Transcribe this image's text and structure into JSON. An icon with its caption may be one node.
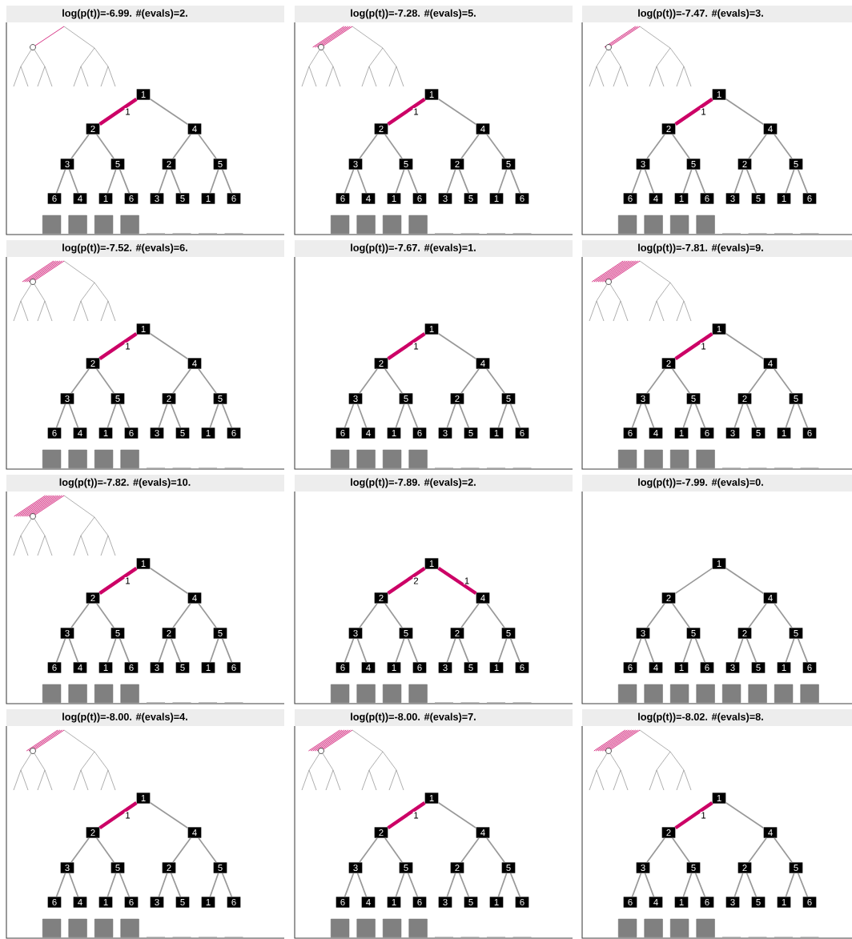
{
  "diagram": {
    "nodes": [
      {
        "text": [
          "log(p(t))=-6.99. #(evals)=2."
        ]
      },
      {
        "text": [
          "1"
        ],
        "in": 0
      },
      {
        "text": [
          "2"
        ],
        "in": 0
      },
      {
        "text": [
          "4"
        ],
        "in": 0
      },
      {
        "text": [
          "3"
        ],
        "in": 0
      },
      {
        "text": [
          "5"
        ],
        "in": 0
      },
      {
        "text": [
          "2"
        ],
        "in": 0
      },
      {
        "text": [
          "5"
        ],
        "in": 0
      },
      {
        "text": [
          "6"
        ],
        "in": 0
      },
      {
        "text": [
          "4"
        ],
        "in": 0
      },
      {
        "text": [
          "1"
        ],
        "in": 0
      },
      {
        "text": [
          "6"
        ],
        "in": 0
      },
      {
        "text": [
          "3"
        ],
        "in": 0
      },
      {
        "text": [
          "5"
        ],
        "in": 0
      },
      {
        "text": [
          "1"
        ],
        "in": 0
      },
      {
        "text": [
          "6"
        ],
        "in": 0
      },
      {
        "text": [],
        "shape": "box",
        "in": 0
      },
      {
        "text": [],
        "shape": "box",
        "in": 0
      },
      {
        "text": [],
        "shape": "box",
        "in": 0
      },
      {
        "text": [],
        "shape": "box",
        "in": 0
      },
      {
        "text": [
          "log(p(t))=-7.28. #(evals)=5."
        ]
      },
      {
        "text": [
          "1"
        ],
        "in": 20
      },
      {
        "text": [
          "2"
        ],
        "in": 20
      },
      {
        "text": [
          "4"
        ],
        "in": 20
      },
      {
        "text": [
          "3"
        ],
        "in": 20
      },
      {
        "text": [
          "5"
        ],
        "in": 20
      },
      {
        "text": [
          "2"
        ],
        "in": 20
      },
      {
        "text": [
          "5"
        ],
        "in": 20
      },
      {
        "text": [
          "6"
        ],
        "in": 20
      },
      {
        "text": [
          "4"
        ],
        "in": 20
      },
      {
        "text": [
          "1"
        ],
        "in": 20
      },
      {
        "text": [
          "6"
        ],
        "in": 20
      },
      {
        "text": [
          "3"
        ],
        "in": 20
      },
      {
        "text": [
          "5"
        ],
        "in": 20
      },
      {
        "text": [
          "1"
        ],
        "in": 20
      },
      {
        "text": [
          "6"
        ],
        "in": 20
      },
      {
        "text": [],
        "shape": "box",
        "in": 20
      },
      {
        "text": [],
        "shape": "box",
        "in": 20
      },
      {
        "text": [],
        "shape": "box",
        "in": 20
      },
      {
        "text": [],
        "shape": "box",
        "in": 20
      },
      {
        "text": [
          "log(p(t))=-7.47. #(evals)=3."
        ]
      },
      {
        "text": [
          "1"
        ],
        "in": 40
      },
      {
        "text": [
          "2"
        ],
        "in": 40
      },
      {
        "text": [
          "4"
        ],
        "in": 40
      },
      {
        "text": [
          "3"
        ],
        "in": 40
      },
      {
        "text": [
          "5"
        ],
        "in": 40
      },
      {
        "text": [
          "2"
        ],
        "in": 40
      },
      {
        "text": [
          "5"
        ],
        "in": 40
      },
      {
        "text": [
          "6"
        ],
        "in": 40
      },
      {
        "text": [
          "4"
        ],
        "in": 40
      },
      {
        "text": [
          "1"
        ],
        "in": 40
      },
      {
        "text": [
          "6"
        ],
        "in": 40
      },
      {
        "text": [
          "3"
        ],
        "in": 40
      },
      {
        "text": [
          "5"
        ],
        "in": 40
      },
      {
        "text": [
          "1"
        ],
        "in": 40
      },
      {
        "text": [
          "6"
        ],
        "in": 40
      },
      {
        "text": [],
        "shape": "box",
        "in": 40
      },
      {
        "text": [],
        "shape": "box",
        "in": 40
      },
      {
        "text": [],
        "shape": "box",
        "in": 40
      },
      {
        "text": [],
        "shape": "box",
        "in": 40
      },
      {
        "text": [
          "log(p(t))=-7.52. #(evals)=6."
        ]
      },
      {
        "text": [
          "1"
        ],
        "in": 60
      },
      {
        "text": [
          "2"
        ],
        "in": 60
      },
      {
        "text": [
          "4"
        ],
        "in": 60
      },
      {
        "text": [
          "3"
        ],
        "in": 60
      },
      {
        "text": [
          "5"
        ],
        "in": 60
      },
      {
        "text": [
          "2"
        ],
        "in": 60
      },
      {
        "text": [
          "5"
        ],
        "in": 60
      },
      {
        "text": [
          "6"
        ],
        "in": 60
      },
      {
        "text": [
          "4"
        ],
        "in": 60
      },
      {
        "text": [
          "1"
        ],
        "in": 60
      },
      {
        "text": [
          "6"
        ],
        "in": 60
      },
      {
        "text": [
          "3"
        ],
        "in": 60
      },
      {
        "text": [
          "5"
        ],
        "in": 60
      },
      {
        "text": [
          "1"
        ],
        "in": 60
      },
      {
        "text": [
          "6"
        ],
        "in": 60
      },
      {
        "text": [],
        "shape": "box",
        "in": 60
      },
      {
        "text": [],
        "shape": "box",
        "in": 60
      },
      {
        "text": [],
        "shape": "box",
        "in": 60
      },
      {
        "text": [],
        "shape": "box",
        "in": 60
      },
      {
        "text": [
          "log(p(t))=-7.67. #(evals)=1."
        ]
      },
      {
        "text": [
          "1"
        ],
        "in": 80
      },
      {
        "text": [
          "2"
        ],
        "in": 80
      },
      {
        "text": [
          "4"
        ],
        "in": 80
      },
      {
        "text": [
          "3"
        ],
        "in": 80
      },
      {
        "text": [
          "5"
        ],
        "in": 80
      },
      {
        "text": [
          "2"
        ],
        "in": 80
      },
      {
        "text": [
          "5"
        ],
        "in": 80
      },
      {
        "text": [
          "6"
        ],
        "in": 80
      },
      {
        "text": [
          "4"
        ],
        "in": 80
      },
      {
        "text": [
          "1"
        ],
        "in": 80
      },
      {
        "text": [
          "6"
        ],
        "in": 80
      },
      {
        "text": [
          "3"
        ],
        "in": 80
      },
      {
        "text": [
          "5"
        ],
        "in": 80
      },
      {
        "text": [
          "1"
        ],
        "in": 80
      },
      {
        "text": [
          "6"
        ],
        "in": 80
      },
      {
        "text": [],
        "shape": "box",
        "in": 80
      },
      {
        "text": [],
        "shape": "box",
        "in": 80
      },
      {
        "text": [],
        "shape": "box",
        "in": 80
      },
      {
        "text": [],
        "shape": "box",
        "in": 80
      },
      {
        "text": [
          "log(p(t))=-7.81. #(evals)=9."
        ]
      },
      {
        "text": [
          "1"
        ],
        "in": 100
      },
      {
        "text": [
          "2"
        ],
        "in": 100
      },
      {
        "text": [
          "4"
        ],
        "in": 100
      },
      {
        "text": [
          "3"
        ],
        "in": 100
      },
      {
        "text": [
          "5"
        ],
        "in": 100
      },
      {
        "text": [
          "2"
        ],
        "in": 100
      },
      {
        "text": [
          "5"
        ],
        "in": 100
      },
      {
        "text": [
          "6"
        ],
        "in": 100
      },
      {
        "text": [
          "4"
        ],
        "in": 100
      },
      {
        "text": [
          "1"
        ],
        "in": 100
      },
      {
        "text": [
          "6"
        ],
        "in": 100
      },
      {
        "text": [
          "3"
        ],
        "in": 100
      },
      {
        "text": [
          "5"
        ],
        "in": 100
      },
      {
        "text": [
          "1"
        ],
        "in": 100
      },
      {
        "text": [
          "6"
        ],
        "in": 100
      },
      {
        "text": [],
        "shape": "box",
        "in": 100
      },
      {
        "text": [],
        "shape": "box",
        "in": 100
      },
      {
        "text": [],
        "shape": "box",
        "in": 100
      },
      {
        "text": [],
        "shape": "box",
        "in": 100
      },
      {
        "text": [
          "log(p(t))=-7.82. #(evals)=10."
        ]
      },
      {
        "text": [
          "1"
        ],
        "in": 120
      },
      {
        "text": [
          "2"
        ],
        "in": 120
      },
      {
        "text": [
          "4"
        ],
        "in": 120
      },
      {
        "text": [
          "3"
        ],
        "in": 120
      },
      {
        "text": [
          "5"
        ],
        "in": 120
      },
      {
        "text": [
          "2"
        ],
        "in": 120
      },
      {
        "text": [
          "5"
        ],
        "in": 120
      },
      {
        "text": [
          "6"
        ],
        "in": 120
      },
      {
        "text": [
          "4"
        ],
        "in": 120
      },
      {
        "text": [
          "1"
        ],
        "in": 120
      },
      {
        "text": [
          "6"
        ],
        "in": 120
      },
      {
        "text": [
          "3"
        ],
        "in": 120
      },
      {
        "text": [
          "5"
        ],
        "in": 120
      },
      {
        "text": [
          "1"
        ],
        "in": 120
      },
      {
        "text": [
          "6"
        ],
        "in": 120
      },
      {
        "text": [],
        "shape": "box",
        "in": 120
      },
      {
        "text": [],
        "shape": "box",
        "in": 120
      },
      {
        "text": [],
        "shape": "box",
        "in": 120
      },
      {
        "text": [],
        "shape": "box",
        "in": 120
      },
      {
        "text": [
          "log(p(t))=-7.89. #(evals)=2."
        ]
      },
      {
        "text": [
          "1"
        ],
        "in": 140
      },
      {
        "text": [
          "2"
        ],
        "in": 140
      },
      {
        "text": [
          "4"
        ],
        "in": 140
      },
      {
        "text": [
          "3"
        ],
        "in": 140
      },
      {
        "text": [
          "5"
        ],
        "in": 140
      },
      {
        "text": [
          "2"
        ],
        "in": 140
      },
      {
        "text": [
          "5"
        ],
        "in": 140
      },
      {
        "text": [
          "6"
        ],
        "in": 140
      },
      {
        "text": [
          "4"
        ],
        "in": 140
      },
      {
        "text": [
          "1"
        ],
        "in": 140
      },
      {
        "text": [
          "6"
        ],
        "in": 140
      },
      {
        "text": [
          "3"
        ],
        "in": 140
      },
      {
        "text": [
          "5"
        ],
        "in": 140
      },
      {
        "text": [
          "1"
        ],
        "in": 140
      },
      {
        "text": [
          "6"
        ],
        "in": 140
      },
      {
        "text": [],
        "shape": "box",
        "in": 140
      },
      {
        "text": [],
        "shape": "box",
        "in": 140
      },
      {
        "text": [],
        "shape": "box",
        "in": 140
      },
      {
        "text": [],
        "shape": "box",
        "in": 140
      },
      {
        "text": [
          "log(p(t))=-7.99. #(evals)=0."
        ]
      },
      {
        "text": [
          "1"
        ],
        "in": 160
      },
      {
        "text": [
          "2"
        ],
        "in": 160
      },
      {
        "text": [
          "4"
        ],
        "in": 160
      },
      {
        "text": [
          "3"
        ],
        "in": 160
      },
      {
        "text": [
          "5"
        ],
        "in": 160
      },
      {
        "text": [
          "2"
        ],
        "in": 160
      },
      {
        "text": [
          "5"
        ],
        "in": 160
      },
      {
        "text": [
          "6"
        ],
        "in": 160
      },
      {
        "text": [
          "4"
        ],
        "in": 160
      },
      {
        "text": [
          "1"
        ],
        "in": 160
      },
      {
        "text": [
          "6"
        ],
        "in": 160
      },
      {
        "text": [
          "3"
        ],
        "in": 160
      },
      {
        "text": [
          "5"
        ],
        "in": 160
      },
      {
        "text": [
          "1"
        ],
        "in": 160
      },
      {
        "text": [
          "6"
        ],
        "in": 160
      },
      {
        "text": [],
        "shape": "box",
        "in": 160
      },
      {
        "text": [],
        "shape": "box",
        "in": 160
      },
      {
        "text": [],
        "shape": "box",
        "in": 160
      },
      {
        "text": [],
        "shape": "box",
        "in": 160
      },
      {
        "text": [],
        "shape": "box",
        "in": 160
      },
      {
        "text": [],
        "shape": "box",
        "in": 160
      },
      {
        "text": [],
        "shape": "box",
        "in": 160
      },
      {
        "text": [],
        "shape": "box",
        "in": 160
      },
      {
        "text": [
          "log(p(t))=-8.00. #(evals)=4."
        ]
      },
      {
        "text": [
          "1"
        ],
        "in": 184
      },
      {
        "text": [
          "2"
        ],
        "in": 184
      },
      {
        "text": [
          "4"
        ],
        "in": 184
      },
      {
        "text": [
          "3"
        ],
        "in": 184
      },
      {
        "text": [
          "5"
        ],
        "in": 184
      },
      {
        "text": [
          "2"
        ],
        "in": 184
      },
      {
        "text": [
          "5"
        ],
        "in": 184
      },
      {
        "text": [
          "6"
        ],
        "in": 184
      },
      {
        "text": [
          "4"
        ],
        "in": 184
      },
      {
        "text": [
          "1"
        ],
        "in": 184
      },
      {
        "text": [
          "6"
        ],
        "in": 184
      },
      {
        "text": [
          "3"
        ],
        "in": 184
      },
      {
        "text": [
          "5"
        ],
        "in": 184
      },
      {
        "text": [
          "1"
        ],
        "in": 184
      },
      {
        "text": [
          "6"
        ],
        "in": 184
      },
      {
        "text": [],
        "shape": "box",
        "in": 184
      },
      {
        "text": [],
        "shape": "box",
        "in": 184
      },
      {
        "text": [],
        "shape": "box",
        "in": 184
      },
      {
        "text": [],
        "shape": "box",
        "in": 184
      },
      {
        "text": [
          "log(p(t))=-8.00. #(evals)=7."
        ]
      },
      {
        "text": [
          "1"
        ],
        "in": 204
      },
      {
        "text": [
          "2"
        ],
        "in": 204
      },
      {
        "text": [
          "4"
        ],
        "in": 204
      },
      {
        "text": [
          "3"
        ],
        "in": 204
      },
      {
        "text": [
          "5"
        ],
        "in": 204
      },
      {
        "text": [
          "2"
        ],
        "in": 204
      },
      {
        "text": [
          "5"
        ],
        "in": 204
      },
      {
        "text": [
          "6"
        ],
        "in": 204
      },
      {
        "text": [
          "4"
        ],
        "in": 204
      },
      {
        "text": [
          "1"
        ],
        "in": 204
      },
      {
        "text": [
          "6"
        ],
        "in": 204
      },
      {
        "text": [
          "3"
        ],
        "in": 204
      },
      {
        "text": [
          "5"
        ],
        "in": 204
      },
      {
        "text": [
          "1"
        ],
        "in": 204
      },
      {
        "text": [
          "6"
        ],
        "in": 204
      },
      {
        "text": [],
        "shape": "box",
        "in": 204
      },
      {
        "text": [],
        "shape": "box",
        "in": 204
      },
      {
        "text": [],
        "shape": "box",
        "in": 204
      },
      {
        "text": [],
        "shape": "box",
        "in": 204
      },
      {
        "text": [
          "log(p(t))=-8.02. #(evals)=8."
        ]
      },
      {
        "text": [
          "1"
        ],
        "in": 224
      },
      {
        "text": [
          "2"
        ],
        "in": 224
      },
      {
        "text": [
          "4"
        ],
        "in": 224
      },
      {
        "text": [
          "3"
        ],
        "in": 224
      },
      {
        "text": [
          "5"
        ],
        "in": 224
      },
      {
        "text": [
          "2"
        ],
        "in": 224
      },
      {
        "text": [
          "5"
        ],
        "in": 224
      },
      {
        "text": [
          "6"
        ],
        "in": 224
      },
      {
        "text": [
          "4"
        ],
        "in": 224
      },
      {
        "text": [
          "1"
        ],
        "in": 224
      },
      {
        "text": [
          "6"
        ],
        "in": 224
      },
      {
        "text": [
          "3"
        ],
        "in": 224
      },
      {
        "text": [
          "5"
        ],
        "in": 224
      },
      {
        "text": [
          "1"
        ],
        "in": 224
      },
      {
        "text": [
          "6"
        ],
        "in": 224
      },
      {
        "text": [],
        "shape": "box",
        "in": 224
      },
      {
        "text": [],
        "shape": "box",
        "in": 224
      },
      {
        "text": [],
        "shape": "box",
        "in": 224
      },
      {
        "text": [],
        "shape": "box",
        "in": 224
      }
    ],
    "edges": [
      {
        "from": 1,
        "to": 2,
        "arrow": "none",
        "label": "1",
        "style": "thick",
        "color": "#cc0066"
      },
      {
        "from": 1,
        "to": 3,
        "arrow": "none"
      },
      {
        "from": 2,
        "to": 4,
        "arrow": "none"
      },
      {
        "from": 2,
        "to": 5,
        "arrow": "none"
      },
      {
        "from": 3,
        "to": 6,
        "arrow": "none"
      },
      {
        "from": 3,
        "to": 7,
        "arrow": "none"
      },
      {
        "from": 4,
        "to": 8,
        "arrow": "none"
      },
      {
        "from": 4,
        "to": 9,
        "arrow": "none"
      },
      {
        "from": 5,
        "to": 10,
        "arrow": "none"
      },
      {
        "from": 5,
        "to": 11,
        "arrow": "none"
      },
      {
        "from": 6,
        "to": 12,
        "arrow": "none"
      },
      {
        "from": 6,
        "to": 13,
        "arrow": "none"
      },
      {
        "from": 7,
        "to": 14,
        "arrow": "none"
      },
      {
        "from": 7,
        "to": 15,
        "arrow": "none"
      },
      {
        "from": 21,
        "to": 22,
        "arrow": "none",
        "label": "1",
        "style": "thick",
        "color": "#cc0066"
      },
      {
        "from": 21,
        "to": 23,
        "arrow": "none"
      },
      {
        "from": 22,
        "to": 24,
        "arrow": "none"
      },
      {
        "from": 22,
        "to": 25,
        "arrow": "none"
      },
      {
        "from": 23,
        "to": 26,
        "arrow": "none"
      },
      {
        "from": 23,
        "to": 27,
        "arrow": "none"
      },
      {
        "from": 24,
        "to": 28,
        "arrow": "none"
      },
      {
        "from": 24,
        "to": 29,
        "arrow": "none"
      },
      {
        "from": 25,
        "to": 30,
        "arrow": "none"
      },
      {
        "from": 25,
        "to": 31,
        "arrow": "none"
      },
      {
        "from": 26,
        "to": 32,
        "arrow": "none"
      },
      {
        "from": 26,
        "to": 33,
        "arrow": "none"
      },
      {
        "from": 27,
        "to": 34,
        "arrow": "none"
      },
      {
        "from": 27,
        "to": 35,
        "arrow": "none"
      },
      {
        "from": 41,
        "to": 42,
        "arrow": "none",
        "label": "1",
        "style": "thick",
        "color": "#cc0066"
      },
      {
        "from": 41,
        "to": 43,
        "arrow": "none"
      },
      {
        "from": 42,
        "to": 44,
        "arrow": "none"
      },
      {
        "from": 42,
        "to": 45,
        "arrow": "none"
      },
      {
        "from": 43,
        "to": 46,
        "arrow": "none"
      },
      {
        "from": 43,
        "to": 47,
        "arrow": "none"
      },
      {
        "from": 44,
        "to": 48,
        "arrow": "none"
      },
      {
        "from": 44,
        "to": 49,
        "arrow": "none"
      },
      {
        "from": 45,
        "to": 50,
        "arrow": "none"
      },
      {
        "from": 45,
        "to": 51,
        "arrow": "none"
      },
      {
        "from": 46,
        "to": 52,
        "arrow": "none"
      },
      {
        "from": 46,
        "to": 53,
        "arrow": "none"
      },
      {
        "from": 47,
        "to": 54,
        "arrow": "none"
      },
      {
        "from": 47,
        "to": 55,
        "arrow": "none"
      },
      {
        "from": 61,
        "to": 62,
        "arrow": "none",
        "label": "1",
        "style": "thick",
        "color": "#cc0066"
      },
      {
        "from": 61,
        "to": 63,
        "arrow": "none"
      },
      {
        "from": 62,
        "to": 64,
        "arrow": "none"
      },
      {
        "from": 62,
        "to": 65,
        "arrow": "none"
      },
      {
        "from": 63,
        "to": 66,
        "arrow": "none"
      },
      {
        "from": 63,
        "to": 67,
        "arrow": "none"
      },
      {
        "from": 64,
        "to": 68,
        "arrow": "none"
      },
      {
        "from": 64,
        "to": 69,
        "arrow": "none"
      },
      {
        "from": 65,
        "to": 70,
        "arrow": "none"
      },
      {
        "from": 65,
        "to": 71,
        "arrow": "none"
      },
      {
        "from": 66,
        "to": 72,
        "arrow": "none"
      },
      {
        "from": 66,
        "to": 73,
        "arrow": "none"
      },
      {
        "from": 67,
        "to": 74,
        "arrow": "none"
      },
      {
        "from": 67,
        "to": 75,
        "arrow": "none"
      },
      {
        "from": 81,
        "to": 82,
        "arrow": "none",
        "label": "1",
        "style": "thick",
        "color": "#cc0066"
      },
      {
        "from": 81,
        "to": 83,
        "arrow": "none"
      },
      {
        "from": 82,
        "to": 84,
        "arrow": "none"
      },
      {
        "from": 82,
        "to": 85,
        "arrow": "none"
      },
      {
        "from": 83,
        "to": 86,
        "arrow": "none"
      },
      {
        "from": 83,
        "to": 87,
        "arrow": "none"
      },
      {
        "from": 84,
        "to": 88,
        "arrow": "none"
      },
      {
        "from": 84,
        "to": 89,
        "arrow": "none"
      },
      {
        "from": 85,
        "to": 90,
        "arrow": "none"
      },
      {
        "from": 85,
        "to": 91,
        "arrow": "none"
      },
      {
        "from": 86,
        "to": 92,
        "arrow": "none"
      },
      {
        "from": 86,
        "to": 93,
        "arrow": "none"
      },
      {
        "from": 87,
        "to": 94,
        "arrow": "none"
      },
      {
        "from": 87,
        "to": 95,
        "arrow": "none"
      },
      {
        "from": 101,
        "to": 102,
        "arrow": "none",
        "label": "1",
        "style": "thick",
        "color": "#cc0066"
      },
      {
        "from": 101,
        "to": 103,
        "arrow": "none"
      },
      {
        "from": 102,
        "to": 104,
        "arrow": "none"
      },
      {
        "from": 102,
        "to": 105,
        "arrow": "none"
      },
      {
        "from": 103,
        "to": 106,
        "arrow": "none"
      },
      {
        "from": 103,
        "to": 107,
        "arrow": "none"
      },
      {
        "from": 104,
        "to": 108,
        "arrow": "none"
      },
      {
        "from": 104,
        "to": 109,
        "arrow": "none"
      },
      {
        "from": 105,
        "to": 110,
        "arrow": "none"
      },
      {
        "from": 105,
        "to": 111,
        "arrow": "none"
      },
      {
        "from": 106,
        "to": 112,
        "arrow": "none"
      },
      {
        "from": 106,
        "to": 113,
        "arrow": "none"
      },
      {
        "from": 107,
        "to": 114,
        "arrow": "none"
      },
      {
        "from": 107,
        "to": 115,
        "arrow": "none"
      },
      {
        "from": 121,
        "to": 122,
        "arrow": "none",
        "label": "1",
        "style": "thick",
        "color": "#cc0066"
      },
      {
        "from": 121,
        "to": 123,
        "arrow": "none"
      },
      {
        "from": 122,
        "to": 124,
        "arrow": "none"
      },
      {
        "from": 122,
        "to": 125,
        "arrow": "none"
      },
      {
        "from": 123,
        "to": 126,
        "arrow": "none"
      },
      {
        "from": 123,
        "to": 127,
        "arrow": "none"
      },
      {
        "from": 124,
        "to": 128,
        "arrow": "none"
      },
      {
        "from": 124,
        "to": 129,
        "arrow": "none"
      },
      {
        "from": 125,
        "to": 130,
        "arrow": "none"
      },
      {
        "from": 125,
        "to": 131,
        "arrow": "none"
      },
      {
        "from": 126,
        "to": 132,
        "arrow": "none"
      },
      {
        "from": 126,
        "to": 133,
        "arrow": "none"
      },
      {
        "from": 127,
        "to": 134,
        "arrow": "none"
      },
      {
        "from": 127,
        "to": 135,
        "arrow": "none"
      },
      {
        "from": 141,
        "to": 142,
        "arrow": "none",
        "label": "2",
        "style": "thick",
        "color": "#cc0066"
      },
      {
        "from": 141,
        "to": 143,
        "arrow": "none",
        "label": "1",
        "style": "thick",
        "color": "#cc0066"
      },
      {
        "from": 142,
        "to": 144,
        "arrow": "none"
      },
      {
        "from": 142,
        "to": 145,
        "arrow": "none"
      },
      {
        "from": 143,
        "to": 146,
        "arrow": "none"
      },
      {
        "from": 143,
        "to": 147,
        "arrow": "none"
      },
      {
        "from": 144,
        "to": 148,
        "arrow": "none"
      },
      {
        "from": 144,
        "to": 149,
        "arrow": "none"
      },
      {
        "from": 145,
        "to": 150,
        "arrow": "none"
      },
      {
        "from": 145,
        "to": 151,
        "arrow": "none"
      },
      {
        "from": 146,
        "to": 152,
        "arrow": "none"
      },
      {
        "from": 146,
        "to": 153,
        "arrow": "none"
      },
      {
        "from": 147,
        "to": 154,
        "arrow": "none"
      },
      {
        "from": 147,
        "to": 155,
        "arrow": "none"
      },
      {
        "from": 161,
        "to": 162,
        "arrow": "none"
      },
      {
        "from": 161,
        "to": 163,
        "arrow": "none"
      },
      {
        "from": 162,
        "to": 164,
        "arrow": "none"
      },
      {
        "from": 162,
        "to": 165,
        "arrow": "none"
      },
      {
        "from": 163,
        "to": 166,
        "arrow": "none"
      },
      {
        "from": 163,
        "to": 167,
        "arrow": "none"
      },
      {
        "from": 164,
        "to": 168,
        "arrow": "none"
      },
      {
        "from": 164,
        "to": 169,
        "arrow": "none"
      },
      {
        "from": 165,
        "to": 170,
        "arrow": "none"
      },
      {
        "from": 165,
        "to": 171,
        "arrow": "none"
      },
      {
        "from": 166,
        "to": 172,
        "arrow": "none"
      },
      {
        "from": 166,
        "to": 173,
        "arrow": "none"
      },
      {
        "from": 167,
        "to": 174,
        "arrow": "none"
      },
      {
        "from": 167,
        "to": 175,
        "arrow": "none"
      },
      {
        "from": 185,
        "to": 186,
        "arrow": "none",
        "label": "1",
        "style": "thick",
        "color": "#cc0066"
      },
      {
        "from": 185,
        "to": 187,
        "arrow": "none"
      },
      {
        "from": 186,
        "to": 188,
        "arrow": "none"
      },
      {
        "from": 186,
        "to": 189,
        "arrow": "none"
      },
      {
        "from": 187,
        "to": 190,
        "arrow": "none"
      },
      {
        "from": 187,
        "to": 191,
        "arrow": "none"
      },
      {
        "from": 188,
        "to": 192,
        "arrow": "none"
      },
      {
        "from": 188,
        "to": 193,
        "arrow": "none"
      },
      {
        "from": 189,
        "to": 194,
        "arrow": "none"
      },
      {
        "from": 189,
        "to": 195,
        "arrow": "none"
      },
      {
        "from": 190,
        "to": 196,
        "arrow": "none"
      },
      {
        "from": 190,
        "to": 197,
        "arrow": "none"
      },
      {
        "from": 191,
        "to": 198,
        "arrow": "none"
      },
      {
        "from": 191,
        "to": 199,
        "arrow": "none"
      },
      {
        "from": 205,
        "to": 206,
        "arrow": "none",
        "label": "1",
        "style": "thick",
        "color": "#cc0066"
      },
      {
        "from": 205,
        "to": 207,
        "arrow": "none"
      },
      {
        "from": 206,
        "to": 208,
        "arrow": "none"
      },
      {
        "from": 206,
        "to": 209,
        "arrow": "none"
      },
      {
        "from": 207,
        "to": 210,
        "arrow": "none"
      },
      {
        "from": 207,
        "to": 211,
        "arrow": "none"
      },
      {
        "from": 208,
        "to": 212,
        "arrow": "none"
      },
      {
        "from": 208,
        "to": 213,
        "arrow": "none"
      },
      {
        "from": 209,
        "to": 214,
        "arrow": "none"
      },
      {
        "from": 209,
        "to": 215,
        "arrow": "none"
      },
      {
        "from": 210,
        "to": 216,
        "arrow": "none"
      },
      {
        "from": 210,
        "to": 217,
        "arrow": "none"
      },
      {
        "from": 211,
        "to": 218,
        "arrow": "none"
      },
      {
        "from": 211,
        "to": 219,
        "arrow": "none"
      },
      {
        "from": 225,
        "to": 226,
        "arrow": "none",
        "label": "1",
        "style": "thick",
        "color": "#cc0066"
      },
      {
        "from": 225,
        "to": 227,
        "arrow": "none"
      },
      {
        "from": 226,
        "to": 228,
        "arrow": "none"
      },
      {
        "from": 226,
        "to": 229,
        "arrow": "none"
      },
      {
        "from": 227,
        "to": 230,
        "arrow": "none"
      },
      {
        "from": 227,
        "to": 231,
        "arrow": "none"
      },
      {
        "from": 228,
        "to": 232,
        "arrow": "none"
      },
      {
        "from": 228,
        "to": 233,
        "arrow": "none"
      },
      {
        "from": 229,
        "to": 234,
        "arrow": "none"
      },
      {
        "from": 229,
        "to": 235,
        "arrow": "none"
      },
      {
        "from": 230,
        "to": 236,
        "arrow": "none"
      },
      {
        "from": 230,
        "to": 237,
        "arrow": "none"
      },
      {
        "from": 231,
        "to": 238,
        "arrow": "none"
      },
      {
        "from": 231,
        "to": 239,
        "arrow": "none"
      }
    ]
  }
}
